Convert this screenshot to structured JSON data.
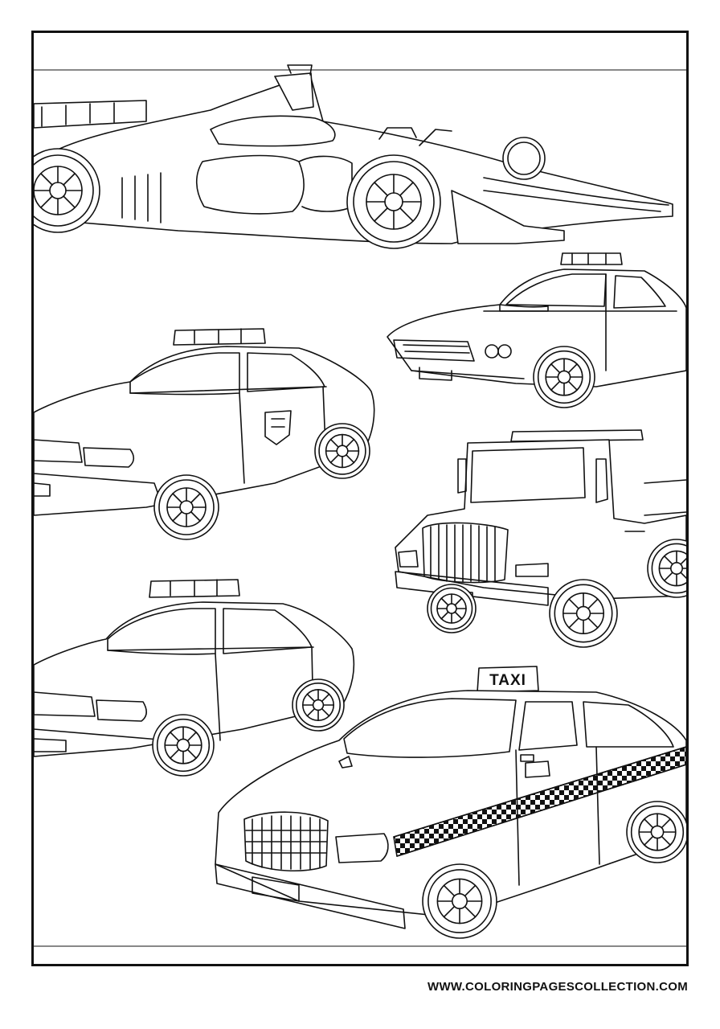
{
  "page": {
    "kind": "coloring page",
    "background": "#ffffff",
    "line_color": "#111111"
  },
  "illustration": {
    "vehicles": [
      {
        "name": "formula-race-car",
        "icon": "race-car-icon"
      },
      {
        "name": "police-sedan",
        "icon": "police-car-icon"
      },
      {
        "name": "police-sedan",
        "icon": "police-car-icon"
      },
      {
        "name": "police-sedan",
        "icon": "police-car-icon"
      },
      {
        "name": "pickup-truck",
        "icon": "truck-icon"
      },
      {
        "name": "taxi-sedan",
        "icon": "taxi-icon"
      }
    ],
    "taxi_sign": "TAXI"
  },
  "footer": {
    "credit": "WWW.COLORINGPAGESCOLLECTION.COM"
  }
}
